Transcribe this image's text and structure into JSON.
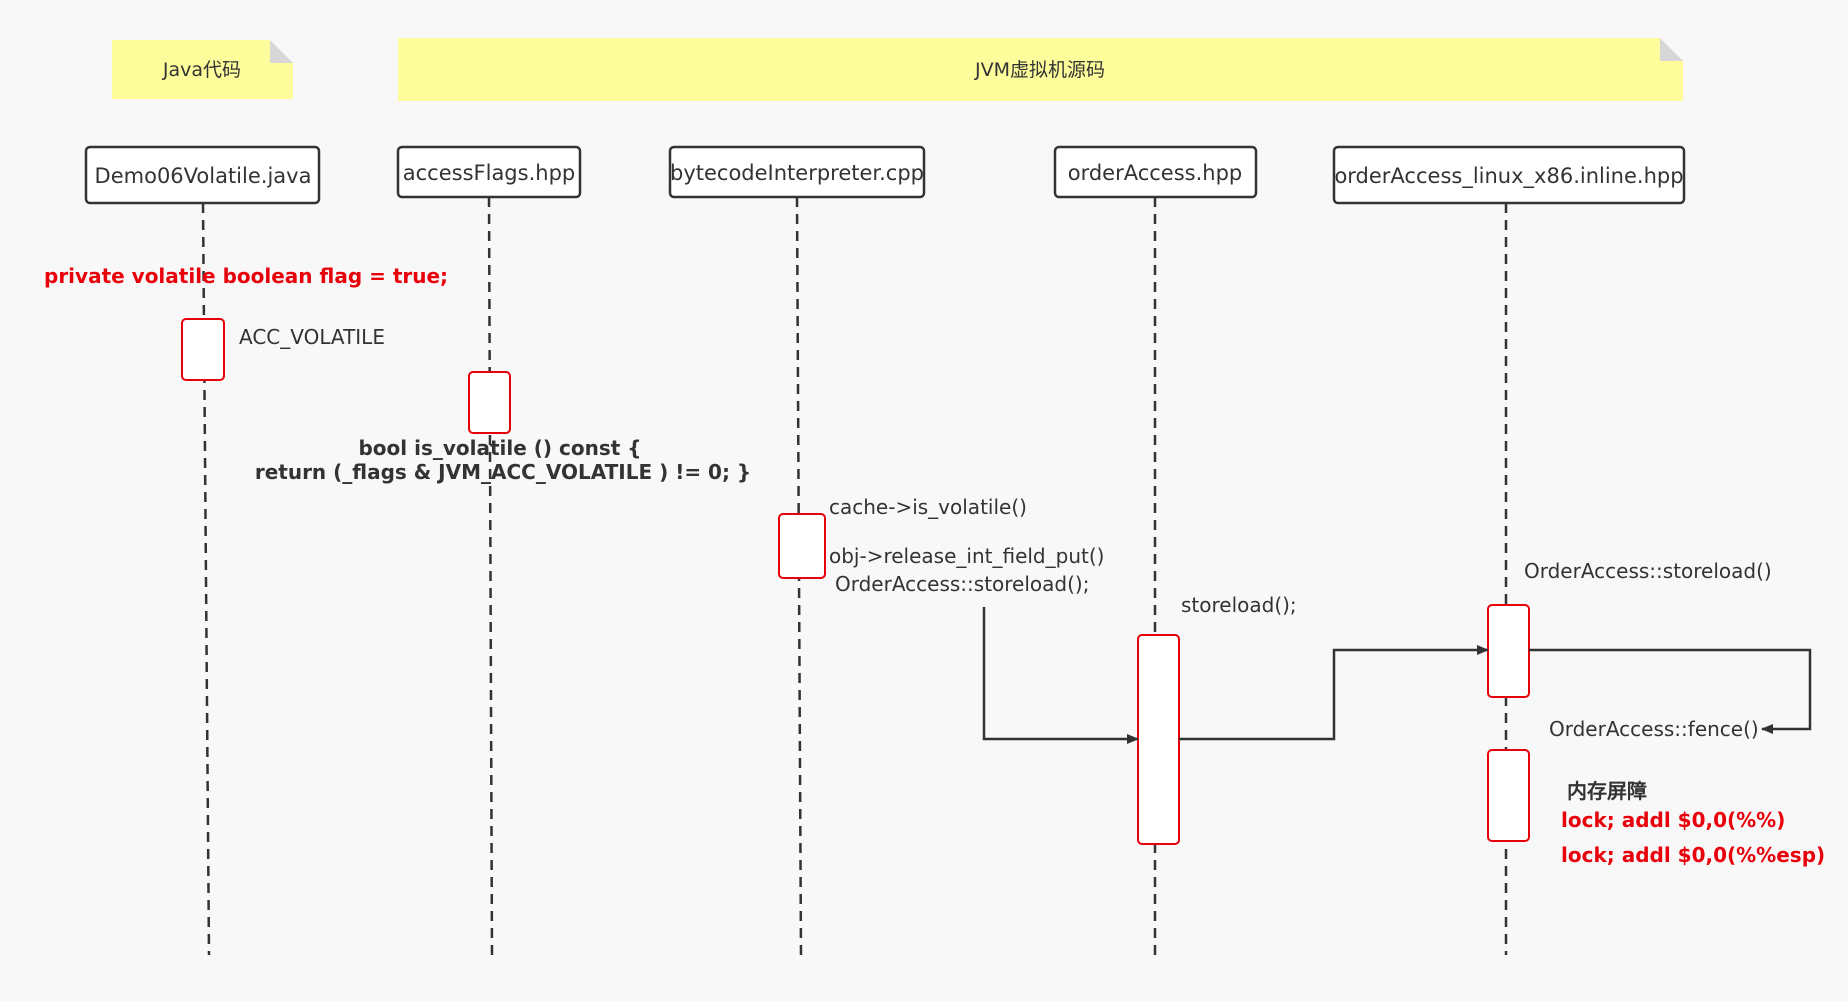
{
  "colors": {
    "background": "#f8f8f8",
    "note_fill": "#fdfd9c",
    "note_fold": "#d7d7d7",
    "border": "#333333",
    "activation_border": "#e8000b",
    "red_text": "#e8000b",
    "text": "#333333"
  },
  "notes": {
    "java_code": "Java代码",
    "jvm_source": "JVM虚拟机源码"
  },
  "participants": [
    {
      "id": "demo",
      "label": "Demo06Volatile.java"
    },
    {
      "id": "flags",
      "label": "accessFlags.hpp"
    },
    {
      "id": "interp",
      "label": "bytecodeInterpreter.cpp"
    },
    {
      "id": "order",
      "label": "orderAccess.hpp"
    },
    {
      "id": "linux",
      "label": "orderAccess_linux_x86.inline.hpp"
    }
  ],
  "labels": {
    "field_decl": "private volatile boolean flag = true;",
    "acc_volatile": "ACC_VOLATILE",
    "is_volatile_line1": "bool is_volatile () const {",
    "is_volatile_line2": "return (_flags & JVM_ACC_VOLATILE ) != 0; }",
    "cache_is_volatile": "cache->is_volatile()",
    "release_put": "obj->release_int_field_put()",
    "storeload_call": "OrderAccess::storeload();",
    "storeload_short": "storeload();",
    "storeload_linux": "OrderAccess::storeload()",
    "fence": "OrderAccess::fence()",
    "memory_barrier": "内存屏障",
    "lock_addl_1": "lock; addl $0,0(%%)",
    "lock_addl_2": "lock; addl $0,0(%%esp)"
  }
}
